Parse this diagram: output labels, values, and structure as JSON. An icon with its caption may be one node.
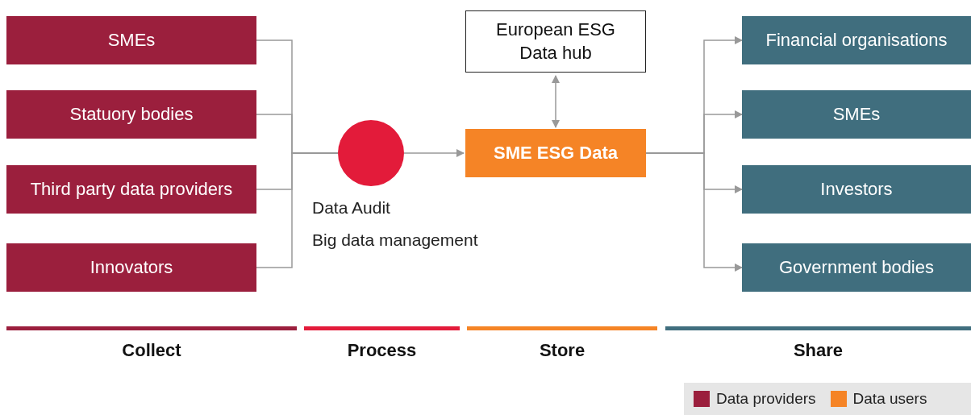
{
  "diagram": {
    "nodes": [
      {
        "text": [
          "SMEs"
        ]
      },
      {
        "text": [
          "Statuory bodies"
        ]
      },
      {
        "text": [
          "Third party data providers"
        ]
      },
      {
        "text": [
          "Innovators"
        ]
      },
      {
        "text": [],
        "shape": "circle",
        "beside": [
          "Data Audit",
          "Big data management"
        ]
      },
      {
        "text": [
          "European ESG Data hub"
        ]
      },
      {
        "text": [
          "SME ESG Data"
        ]
      },
      {
        "text": [
          "Financial organisations"
        ]
      },
      {
        "text": [
          "SMEs"
        ]
      },
      {
        "text": [
          "Investors"
        ]
      },
      {
        "text": [
          "Government bodies"
        ]
      }
    ],
    "edges": [
      {
        "from": 0,
        "to": 4,
        "arrow": "none"
      },
      {
        "from": 1,
        "to": 4,
        "arrow": "none"
      },
      {
        "from": 2,
        "to": 4,
        "arrow": "none"
      },
      {
        "from": 3,
        "to": 4,
        "arrow": "none"
      },
      {
        "from": 4,
        "to": 6,
        "arrow": "to"
      },
      {
        "from": 5,
        "to": 6,
        "arrow": "both"
      },
      {
        "from": 6,
        "to": 7,
        "arrow": "to"
      },
      {
        "from": 6,
        "to": 8,
        "arrow": "to"
      },
      {
        "from": 6,
        "to": 9,
        "arrow": "to"
      },
      {
        "from": 6,
        "to": 10,
        "arrow": "to"
      }
    ],
    "labels": [
      "Collect",
      "Process",
      "Store",
      "Share"
    ],
    "legend": [
      {
        "text": "Data providers",
        "color": "#9b1f3d"
      },
      {
        "text": "Data users",
        "color": "#f58426"
      }
    ]
  }
}
